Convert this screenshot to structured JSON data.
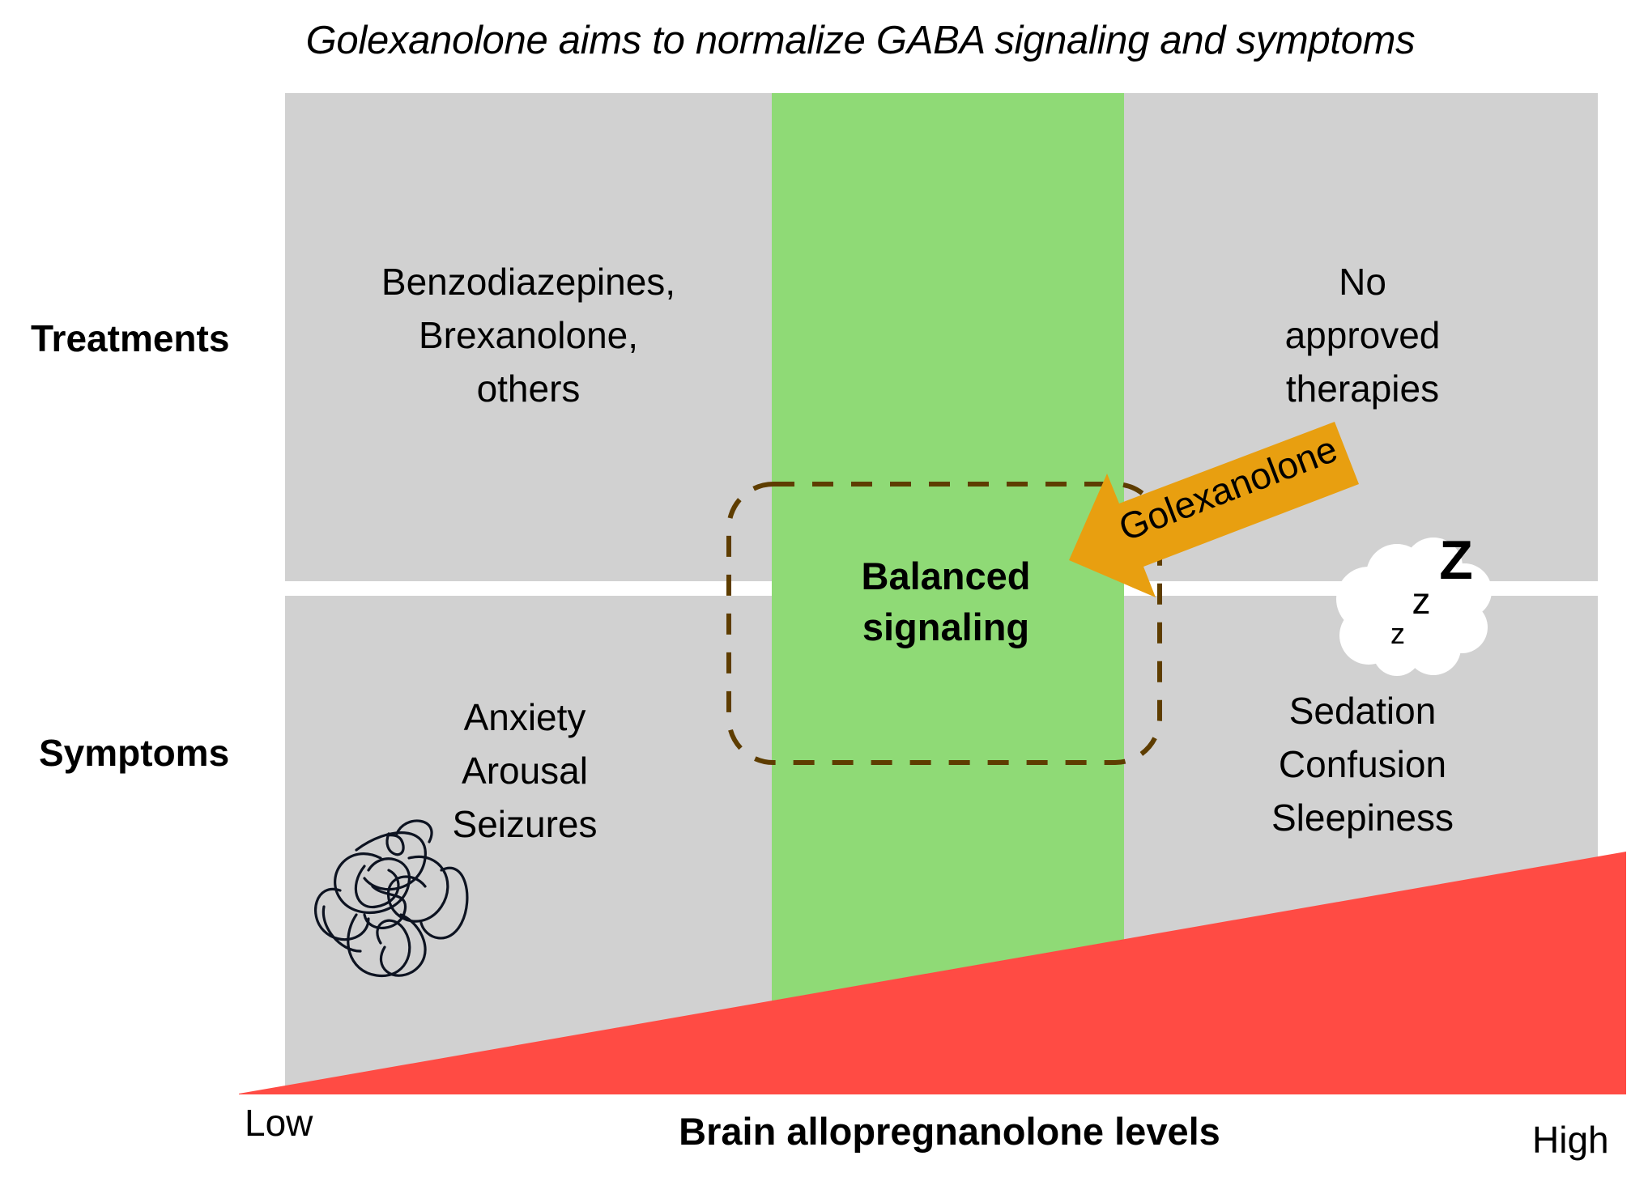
{
  "title": "Golexanolone aims to normalize GABA signaling and symptoms",
  "rows": {
    "treatments_label": "Treatments",
    "symptoms_label": "Symptoms"
  },
  "cells": {
    "low_treatments": [
      "Benzodiazepines,",
      "Brexanolone,",
      "others"
    ],
    "high_treatments": [
      "No",
      "approved",
      "therapies"
    ],
    "low_symptoms": [
      "Anxiety",
      "Arousal",
      "Seizures"
    ],
    "high_symptoms": [
      "Sedation",
      "Confusion",
      "Sleepiness"
    ],
    "balanced": [
      "Balanced",
      "signaling"
    ]
  },
  "arrow": {
    "label": "Golexanolone",
    "direction": "toward balanced signaling (from high-level side)"
  },
  "icons": {
    "sleep_cloud": {
      "name": "sleep-cloud-icon",
      "letters": [
        "z",
        "z",
        "Z"
      ]
    },
    "tangle": {
      "name": "tangled-scribble-icon"
    }
  },
  "axis": {
    "title": "Brain allopregnanolone levels",
    "low_label": "Low",
    "high_label": "High"
  },
  "colors": {
    "cell_gray": "#D1D1D1",
    "balanced_green": "#8FDA76",
    "level_ramp_red": "#FF4B44",
    "arrow_orange": "#E89F10",
    "dashed_outline_brown": "#5E3D00",
    "scribble_navy": "#0D1321"
  }
}
